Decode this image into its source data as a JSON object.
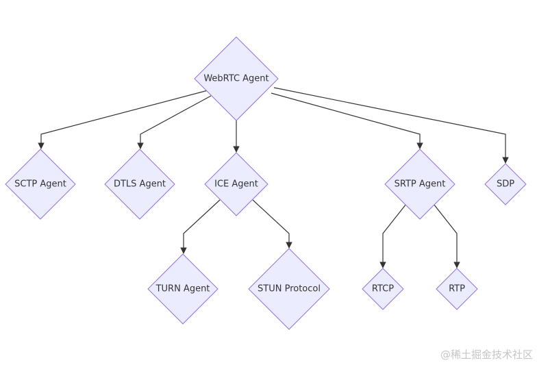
{
  "nodes": {
    "webrtc_agent": "WebRTC Agent",
    "sctp_agent": "SCTP Agent",
    "dtls_agent": "DTLS Agent",
    "ice_agent": "ICE Agent",
    "srtp_agent": "SRTP Agent",
    "sdp": "SDP",
    "turn_agent": "TURN Agent",
    "stun_protocol": "STUN Protocol",
    "rtcp": "RTCP",
    "rtp": "RTP"
  },
  "edges": [
    {
      "from": "webrtc_agent",
      "to": "sctp_agent"
    },
    {
      "from": "webrtc_agent",
      "to": "dtls_agent"
    },
    {
      "from": "webrtc_agent",
      "to": "ice_agent"
    },
    {
      "from": "webrtc_agent",
      "to": "srtp_agent"
    },
    {
      "from": "webrtc_agent",
      "to": "sdp"
    },
    {
      "from": "ice_agent",
      "to": "turn_agent"
    },
    {
      "from": "ice_agent",
      "to": "stun_protocol"
    },
    {
      "from": "srtp_agent",
      "to": "rtcp"
    },
    {
      "from": "srtp_agent",
      "to": "rtp"
    }
  ],
  "colors": {
    "node_fill": "#ECECFF",
    "node_stroke": "#9370DB",
    "edge": "#333333",
    "label": "#333333",
    "watermark": "#c5c5c5"
  },
  "watermark": "@稀土掘金技术社区"
}
